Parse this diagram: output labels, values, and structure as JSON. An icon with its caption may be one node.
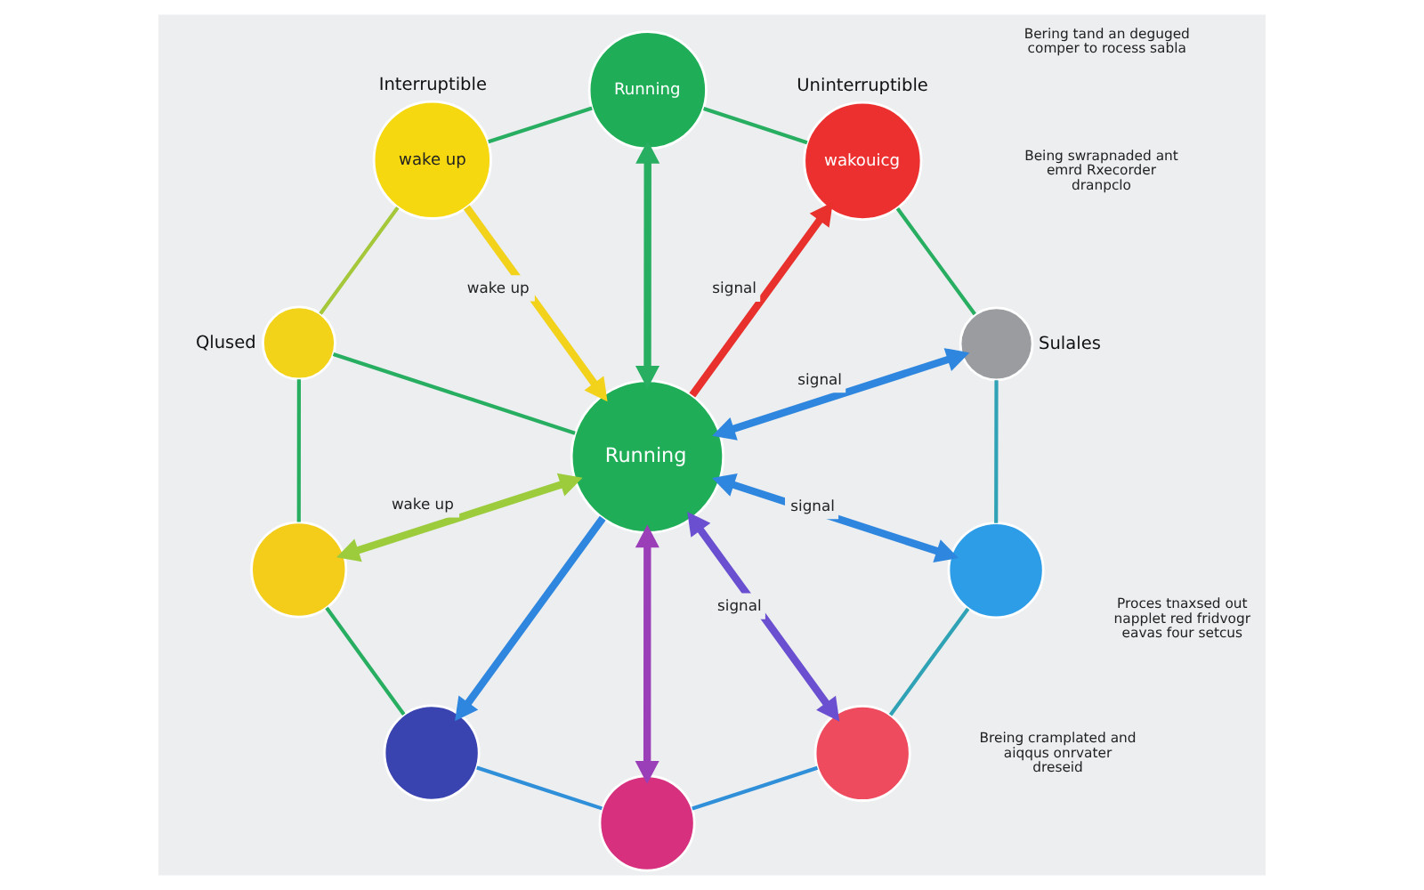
{
  "diagram": {
    "nodes": [
      {
        "text": [
          "wake up"
        ],
        "beside": [
          "Interruptible"
        ]
      },
      {
        "text": [
          "Running"
        ]
      },
      {
        "text": [
          "wakouicg"
        ],
        "beside": [
          "Uninterruptible"
        ]
      },
      {
        "text": [],
        "shape": "circle",
        "beside": [
          "Qlused"
        ]
      },
      {
        "text": [],
        "shape": "circle",
        "beside": [
          "Sulales"
        ]
      },
      {
        "text": [
          "Running"
        ]
      },
      {
        "text": [],
        "shape": "circle"
      },
      {
        "text": [],
        "shape": "circle"
      },
      {
        "text": [],
        "shape": "circle"
      },
      {
        "text": [],
        "shape": "circle"
      },
      {
        "text": [],
        "shape": "circle"
      }
    ],
    "edges": [
      {
        "from": 0,
        "to": 5,
        "arrow": "to",
        "label": "wake up",
        "style": "thick",
        "color": "#f2d21a"
      },
      {
        "from": 1,
        "to": 5,
        "arrow": "both",
        "style": "thick"
      },
      {
        "from": 5,
        "to": 2,
        "arrow": "to",
        "label": "signal",
        "style": "thick",
        "color": "#e8302c"
      },
      {
        "from": 5,
        "to": 4,
        "arrow": "both",
        "label": "signal",
        "style": "thick",
        "color": "#2e86de"
      },
      {
        "from": 6,
        "to": 5,
        "arrow": "both",
        "label": "wake up",
        "style": "thick",
        "color": "#9ccc3c"
      },
      {
        "from": 5,
        "to": 7,
        "arrow": "both",
        "label": "signal",
        "style": "thick",
        "color": "#2e86de"
      },
      {
        "from": 5,
        "to": 8,
        "arrow": "to",
        "style": "thick",
        "color": "#2e86de"
      },
      {
        "from": 5,
        "to": 9,
        "arrow": "both",
        "style": "thick",
        "color": "#9b3fb8"
      },
      {
        "from": 5,
        "to": 10,
        "arrow": "both",
        "label": "signal",
        "style": "thick",
        "color": "#6a4fd0"
      },
      {
        "from": 0,
        "to": 1,
        "arrow": "none"
      },
      {
        "from": 1,
        "to": 2,
        "arrow": "none"
      },
      {
        "from": 2,
        "to": 4,
        "arrow": "none"
      },
      {
        "from": 4,
        "to": 7,
        "arrow": "none",
        "color": "#2fa3b5"
      },
      {
        "from": 7,
        "to": 10,
        "arrow": "none",
        "color": "#2fa3b5"
      },
      {
        "from": 10,
        "to": 9,
        "arrow": "none",
        "color": "#2f8fd8"
      },
      {
        "from": 9,
        "to": 8,
        "arrow": "none",
        "color": "#2f8fd8"
      },
      {
        "from": 8,
        "to": 6,
        "arrow": "none"
      },
      {
        "from": 6,
        "to": 3,
        "arrow": "none"
      },
      {
        "from": 3,
        "to": 0,
        "arrow": "none",
        "color": "#a5c83a"
      },
      {
        "from": 3,
        "to": 5,
        "arrow": "none"
      }
    ],
    "labels": [
      "Breing cramplated and aiqqus onrvater dreseid",
      "Proces tnaxsed out napplet red fridvogr eavas four setcus",
      "Being swrapnaded ant emrd Rxecorder dranpclo",
      "Bering tand an deguged comper to rocess sabla"
    ]
  }
}
